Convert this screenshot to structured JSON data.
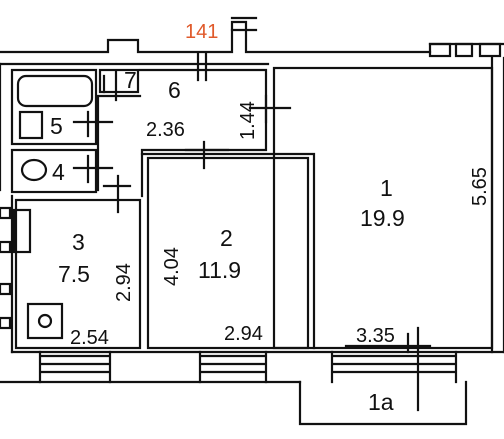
{
  "flat_number": "141",
  "colors": {
    "wall": "#111111",
    "flat_number": "#e05a2b",
    "background": "#ffffff"
  },
  "rooms": {
    "r1": {
      "number": "1",
      "area": "19.9"
    },
    "r2": {
      "number": "2",
      "area": "11.9"
    },
    "r3": {
      "number": "3",
      "area": "7.5"
    },
    "r4": {
      "number": "4"
    },
    "r5": {
      "number": "5"
    },
    "r6": {
      "number": "6"
    },
    "r7": {
      "number": "7"
    },
    "r1a": {
      "number": "1a"
    }
  },
  "dimensions": {
    "r1_height": "5.65",
    "r1_width": "3.35",
    "r2_height": "4.04",
    "r2_width": "2.94",
    "r3_height": "2.94",
    "r3_width": "2.54",
    "r6_width": "2.36",
    "r6_height": "1.44"
  }
}
